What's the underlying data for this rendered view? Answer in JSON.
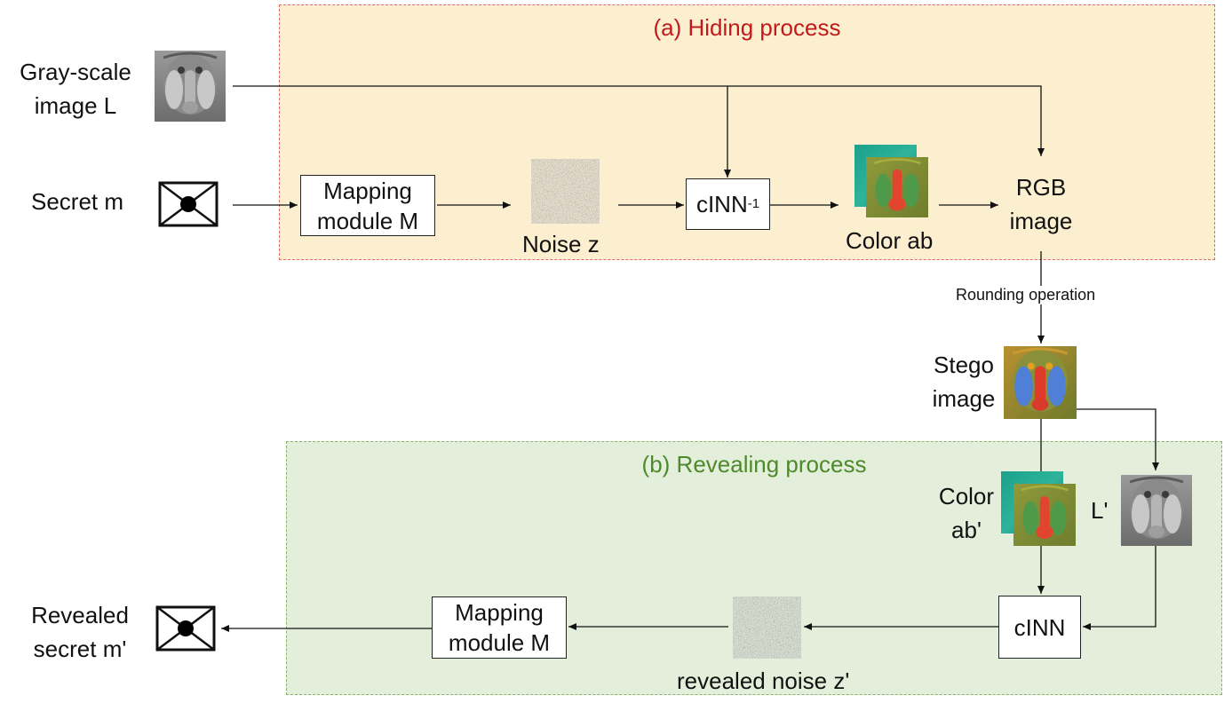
{
  "panels": {
    "hiding_title": "(a) Hiding process",
    "revealing_title": "(b) Revealing process"
  },
  "labels": {
    "gray_image_line1": "Gray-scale",
    "gray_image_line2": "image L",
    "secret": "Secret m",
    "mapping_line1": "Mapping",
    "mapping_line2": "module M",
    "noise": "Noise z",
    "cinn_inverse_base": "cINN",
    "cinn_inverse_sup": "-1",
    "color_ab": "Color ab",
    "rgb_line1": "RGB",
    "rgb_line2": "image",
    "rounding": "Rounding operation",
    "stego_line1": "Stego",
    "stego_line2": "image",
    "color_ab_prime_line1": "Color",
    "color_ab_prime_line2": "ab'",
    "l_prime": "L'",
    "cinn": "cINN",
    "revealed_noise": "revealed noise z'",
    "mapping2_line1": "Mapping",
    "mapping2_line2": "module M",
    "revealed_secret_line1": "Revealed",
    "revealed_secret_line2": "secret m'"
  },
  "icons": {
    "envelope": "envelope-icon",
    "mandrill_gray": "mandrill-grayscale-thumbnail",
    "mandrill_color": "mandrill-color-thumbnail",
    "noise": "noise-texture-thumbnail",
    "color_channels": "ab-channel-stack-thumbnail"
  },
  "colors": {
    "hiding_bg": "#fcefd0",
    "hiding_border": "#e06a6a",
    "hiding_title": "#c21a1a",
    "revealing_bg": "#e3efda",
    "revealing_border": "#86b866",
    "revealing_title": "#4e8a2c"
  }
}
